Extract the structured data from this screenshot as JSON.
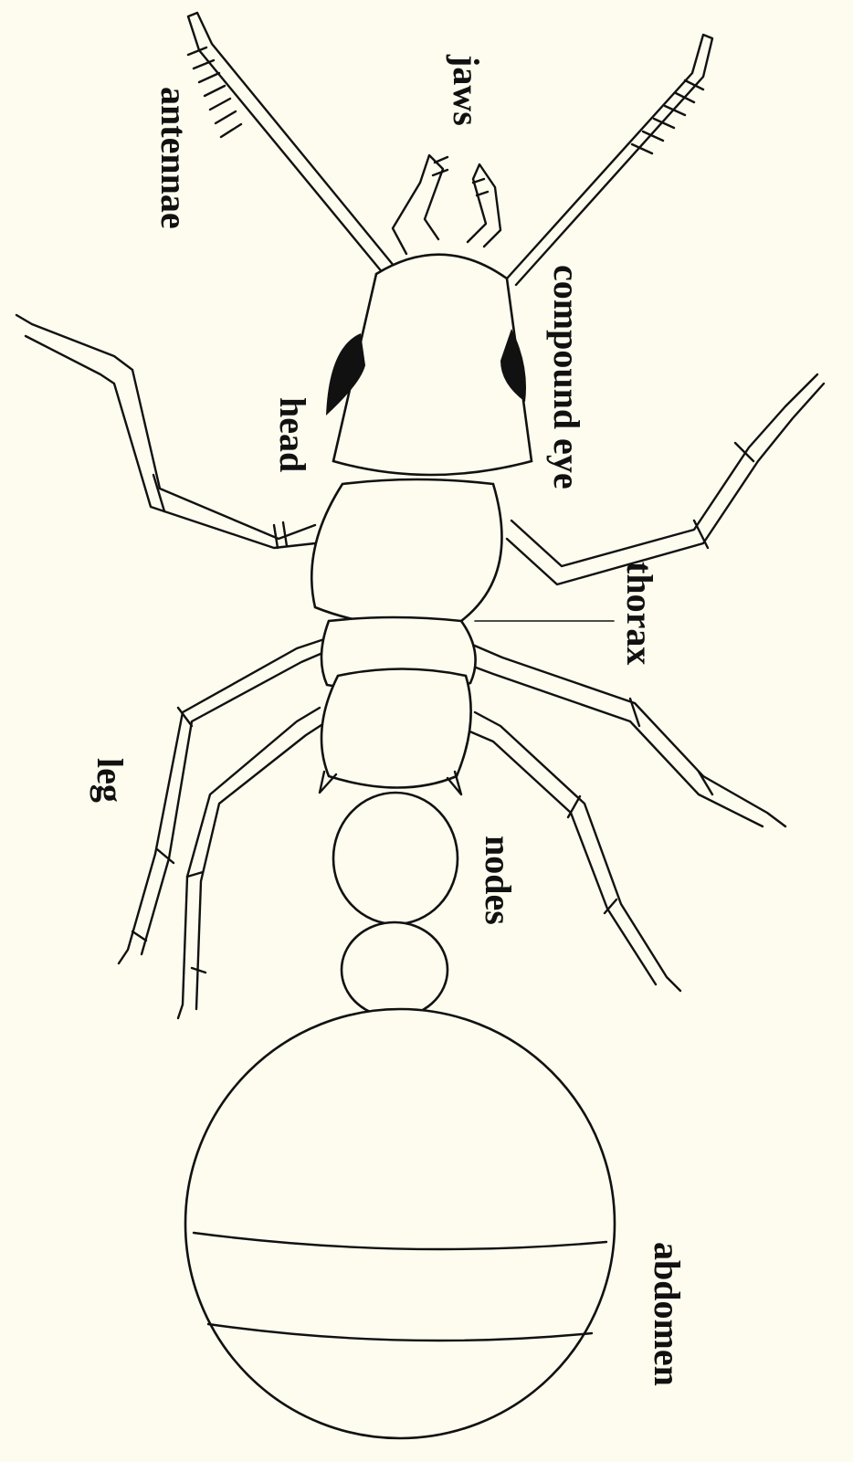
{
  "diagram": {
    "labels": {
      "jaws": "jaws",
      "antennae": "antennae",
      "compound_eye": "compound eye",
      "head": "head",
      "thorax": "thorax",
      "leg": "leg",
      "nodes": "nodes",
      "abdomen": "abdomen"
    },
    "colors": {
      "background": "#fdfcef",
      "line": "#111111",
      "eye": "#111111"
    }
  }
}
